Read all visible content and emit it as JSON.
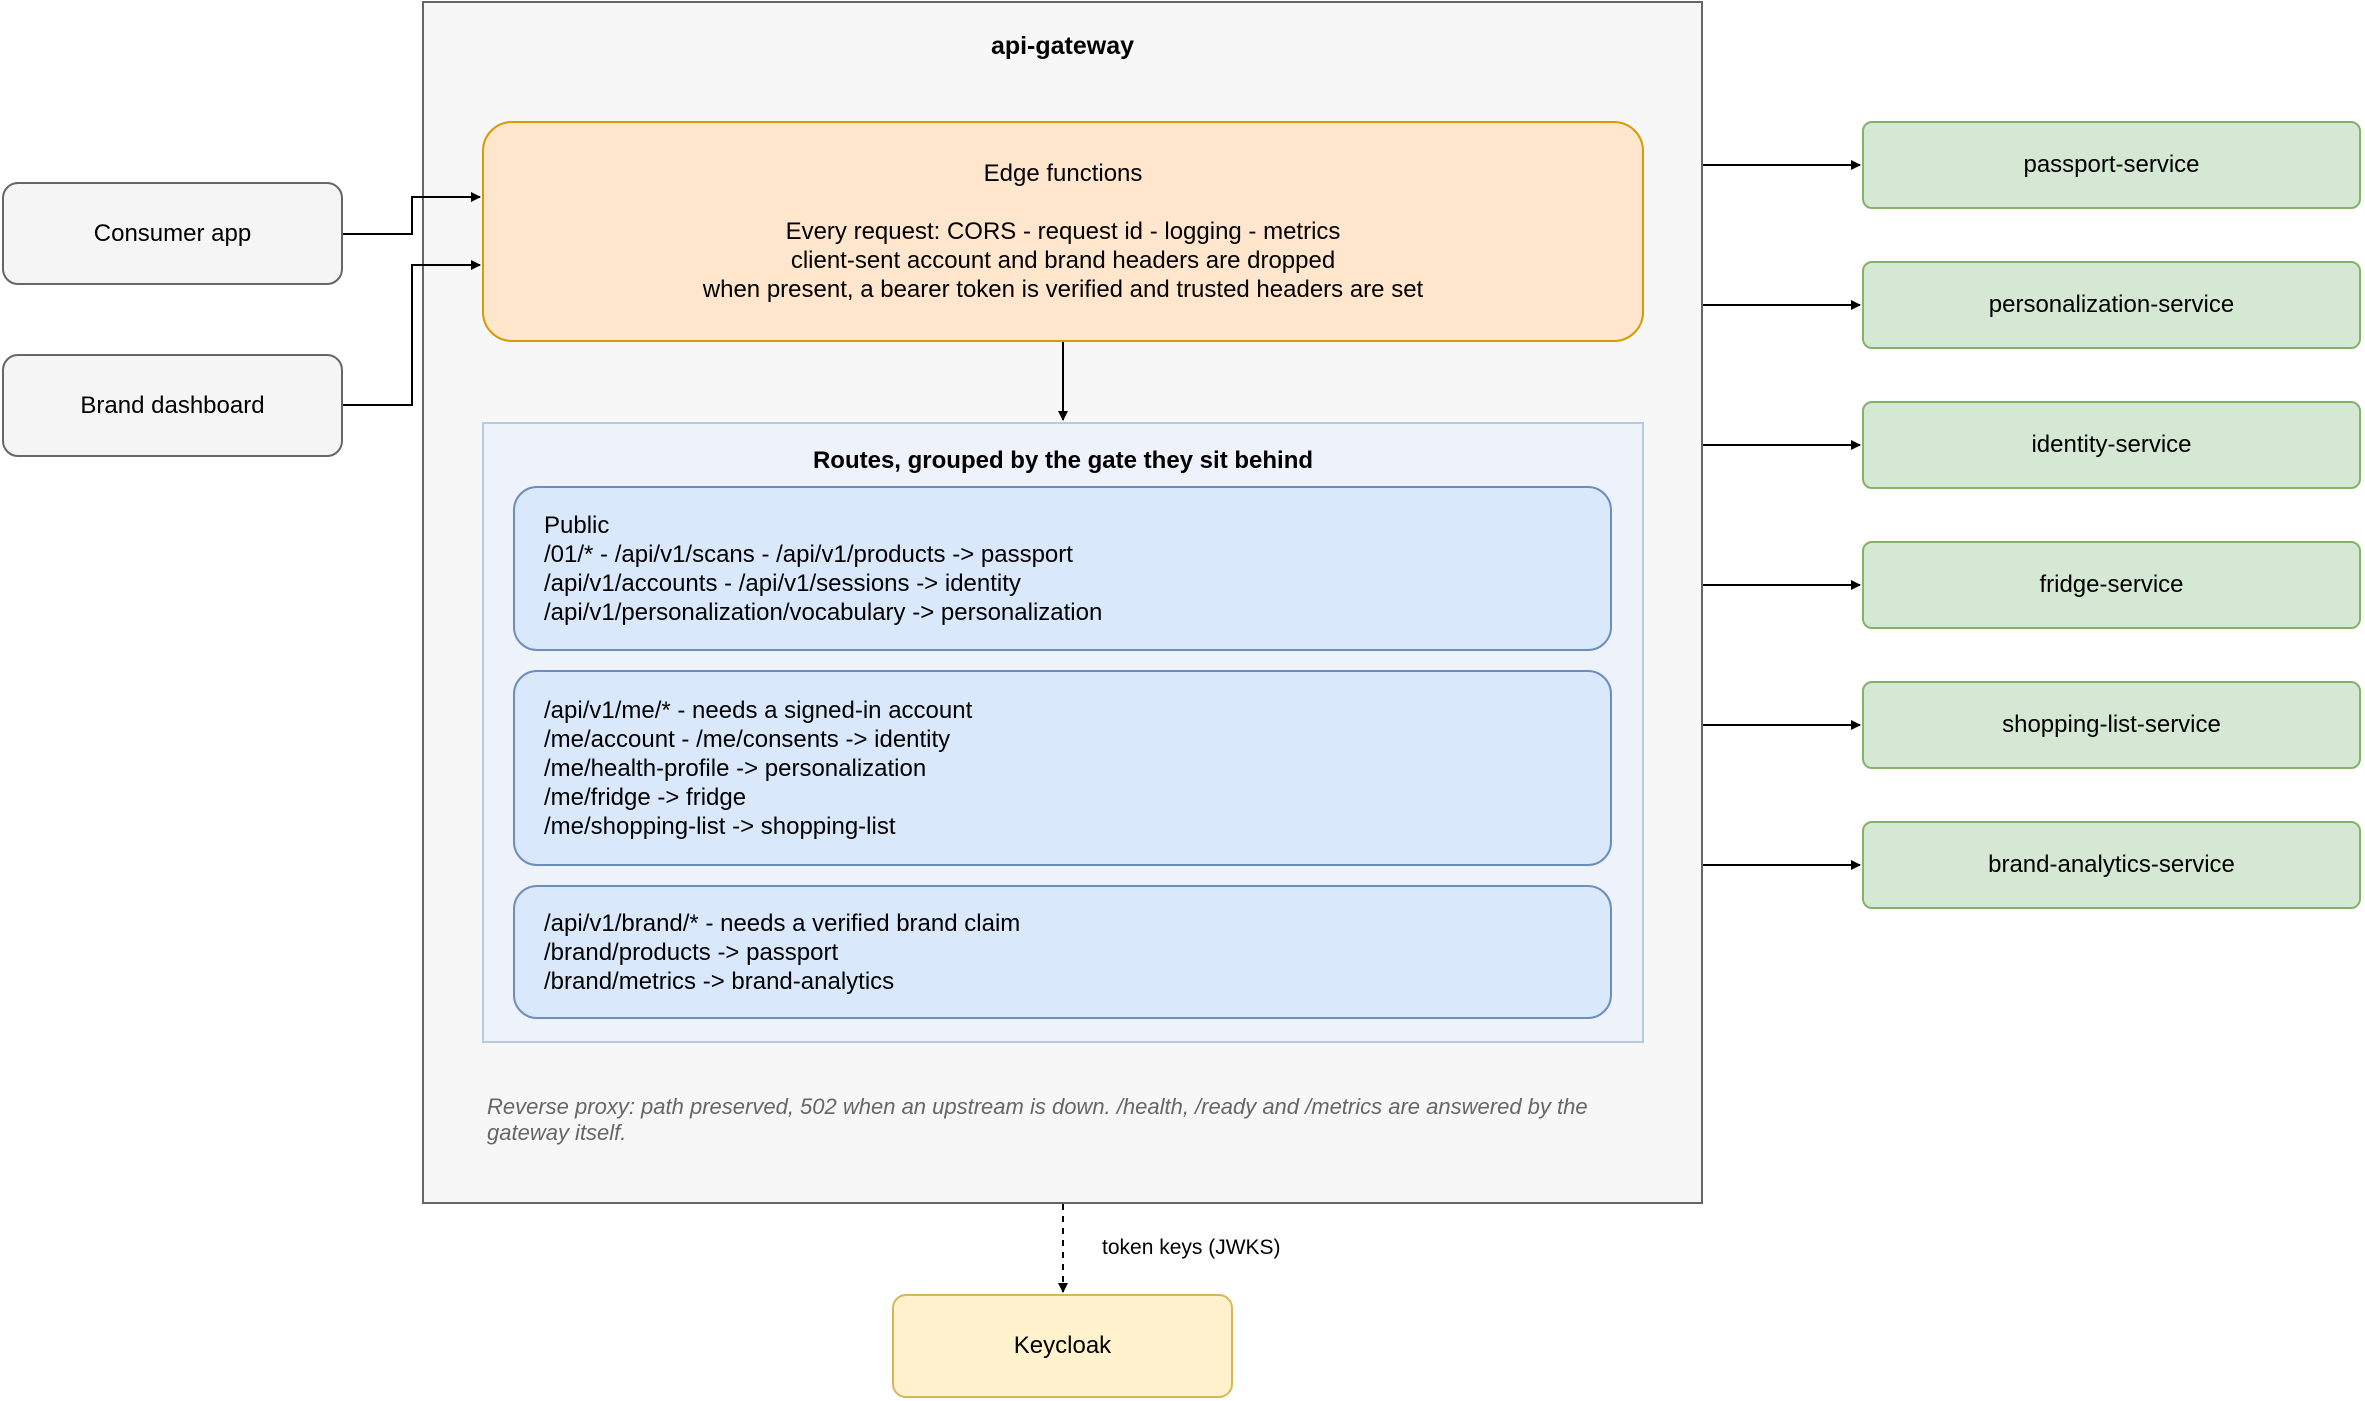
{
  "gateway": {
    "title": "api-gateway",
    "edge": {
      "title": "Edge functions",
      "lines": [
        "Every request: CORS - request id - logging - metrics",
        "client-sent account and brand headers are dropped",
        "when present, a bearer token is verified and trusted headers are set"
      ]
    },
    "routes": {
      "title": "Routes, grouped by the gate they sit behind",
      "groups": [
        {
          "lines": [
            "Public",
            "/01/* - /api/v1/scans - /api/v1/products -> passport",
            "/api/v1/accounts - /api/v1/sessions -> identity",
            "/api/v1/personalization/vocabulary -> personalization"
          ]
        },
        {
          "lines": [
            "/api/v1/me/* - needs a signed-in account",
            "/me/account - /me/consents -> identity",
            "/me/health-profile -> personalization",
            "/me/fridge -> fridge",
            "/me/shopping-list -> shopping-list"
          ]
        },
        {
          "lines": [
            "/api/v1/brand/* - needs a verified brand claim",
            "/brand/products -> passport",
            "/brand/metrics -> brand-analytics"
          ]
        }
      ]
    },
    "note": "Reverse proxy: path preserved, 502 when an upstream is down. /health, /ready and /metrics are answered by the gateway itself."
  },
  "clients": [
    "Consumer app",
    "Brand dashboard"
  ],
  "services": [
    "passport-service",
    "personalization-service",
    "identity-service",
    "fridge-service",
    "shopping-list-service",
    "brand-analytics-service"
  ],
  "keycloak": {
    "label": "Keycloak",
    "edge_label": "token keys (JWKS)"
  }
}
